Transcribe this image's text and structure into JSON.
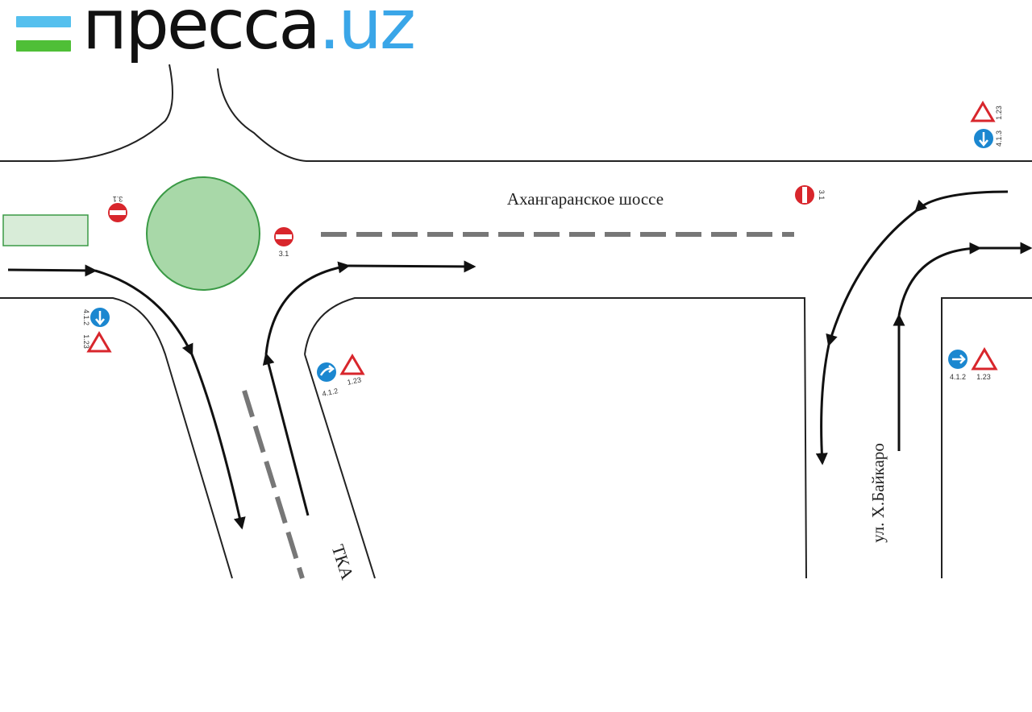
{
  "header": {
    "brand_main": "пресса",
    "brand_tld": ".uz",
    "brand_color": "#111111",
    "tld_color": "#3aa6e8",
    "flag_colors": [
      "#55c0ee",
      "#ffffff",
      "#4fbf37"
    ]
  },
  "map": {
    "street_main": "Ахангаранское шоссе",
    "street_side": "ул. Х.Байкаро",
    "street_ring": "ТКА",
    "colors": {
      "roundabout": "#a8d8a8",
      "roundabout_border": "#3a9a45",
      "sign_red": "#d8262c",
      "sign_blue": "#1b87d0",
      "dash": "#777777"
    },
    "signs": {
      "no_entry_code": "3.1",
      "turn_right_code": "4.1.2",
      "straight_code": "4.1.3",
      "roadworks_code": "1.23"
    }
  }
}
